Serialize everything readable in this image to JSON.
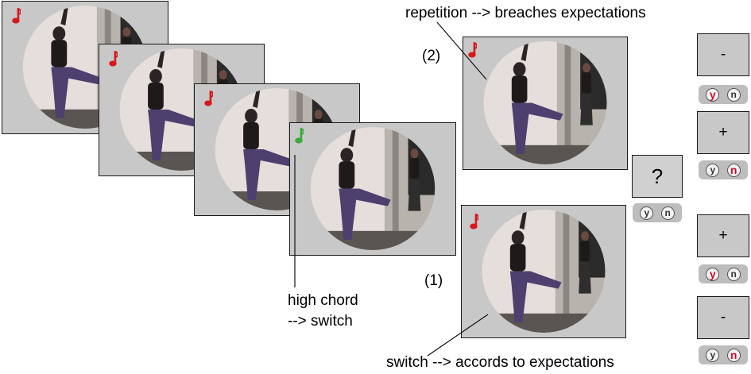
{
  "annotations": {
    "top": "repetition --> breaches expectations",
    "bottom": "switch --> accords to expectations",
    "chord_line1": "high chord",
    "chord_line2": "--> switch",
    "condition_2": "(2)",
    "condition_1": "(1)"
  },
  "question_box": {
    "symbol": "?"
  },
  "keys": {
    "yes": "y",
    "no": "n"
  },
  "response_signs": [
    "-",
    "+",
    "+",
    "-"
  ],
  "highlighted_keys": [
    "y",
    "n",
    "y",
    "n"
  ],
  "colors": {
    "note_red": "#d7191c",
    "note_green": "#3aa935",
    "key_highlight": "#c8102e",
    "frame_bg": "#c8c8c8"
  },
  "icons": [
    "music-note-icon"
  ]
}
